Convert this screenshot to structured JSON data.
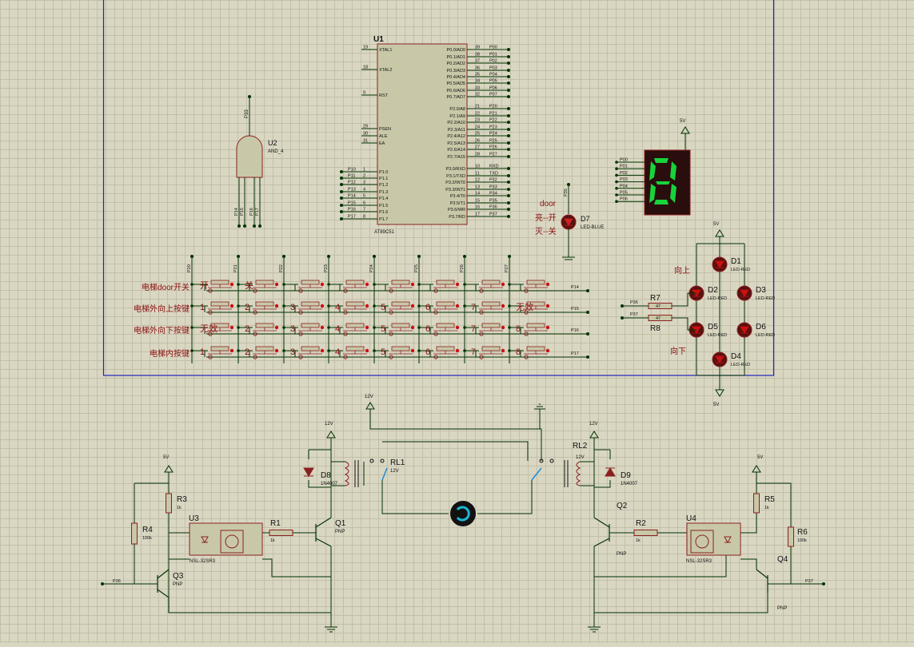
{
  "mcu": {
    "ref": "U1",
    "part": "AT89C51",
    "left_pins": [
      {
        "n": "19",
        "name": "XTAL1",
        "net": ""
      },
      {
        "n": "18",
        "name": "XTAL2",
        "net": ""
      },
      {
        "n": "9",
        "name": "RST",
        "net": ""
      },
      {
        "n": "29",
        "name": "PSEN",
        "net": ""
      },
      {
        "n": "30",
        "name": "ALE",
        "net": ""
      },
      {
        "n": "31",
        "name": "EA",
        "net": ""
      },
      {
        "n": "1",
        "name": "P1.0",
        "net": "P10"
      },
      {
        "n": "2",
        "name": "P1.1",
        "net": "P11"
      },
      {
        "n": "3",
        "name": "P1.2",
        "net": "P12"
      },
      {
        "n": "4",
        "name": "P1.3",
        "net": "P13"
      },
      {
        "n": "5",
        "name": "P1.4",
        "net": "P14"
      },
      {
        "n": "6",
        "name": "P1.5",
        "net": "P15"
      },
      {
        "n": "7",
        "name": "P1.6",
        "net": "P16"
      },
      {
        "n": "8",
        "name": "P1.7",
        "net": "P17"
      }
    ],
    "right_pins": [
      {
        "n": "39",
        "name": "P0.0/AD0",
        "net": "P00"
      },
      {
        "n": "38",
        "name": "P0.1/AD1",
        "net": "P01"
      },
      {
        "n": "37",
        "name": "P0.2/AD2",
        "net": "P02"
      },
      {
        "n": "36",
        "name": "P0.3/AD3",
        "net": "P03"
      },
      {
        "n": "35",
        "name": "P0.4/AD4",
        "net": "P04"
      },
      {
        "n": "34",
        "name": "P0.5/AD5",
        "net": "P05"
      },
      {
        "n": "33",
        "name": "P0.6/AD6",
        "net": "P06"
      },
      {
        "n": "32",
        "name": "P0.7/AD7",
        "net": "P07"
      },
      {
        "n": "21",
        "name": "P2.0/A8",
        "net": "P20"
      },
      {
        "n": "22",
        "name": "P2.1/A9",
        "net": "P21"
      },
      {
        "n": "23",
        "name": "P2.2/A10",
        "net": "P22"
      },
      {
        "n": "24",
        "name": "P2.3/A11",
        "net": "P23"
      },
      {
        "n": "25",
        "name": "P2.4/A12",
        "net": "P24"
      },
      {
        "n": "26",
        "name": "P2.5/A13",
        "net": "P25"
      },
      {
        "n": "27",
        "name": "P2.6/A14",
        "net": "P26"
      },
      {
        "n": "28",
        "name": "P2.7/A15",
        "net": "P27"
      },
      {
        "n": "10",
        "name": "P3.0/RXD",
        "net": "RXD"
      },
      {
        "n": "11",
        "name": "P3.1/TXD",
        "net": "TXD"
      },
      {
        "n": "12",
        "name": "P3.2/INT0",
        "net": "P32"
      },
      {
        "n": "13",
        "name": "P3.3/INT1",
        "net": "P33"
      },
      {
        "n": "14",
        "name": "P3.4/T0",
        "net": "P34"
      },
      {
        "n": "15",
        "name": "P3.5/T1",
        "net": "P35"
      },
      {
        "n": "16",
        "name": "P3.6/WR",
        "net": "P36"
      },
      {
        "n": "17",
        "name": "P3.7/RD",
        "net": "P37"
      }
    ]
  },
  "and_gate": {
    "ref": "U2",
    "part": "AND_4",
    "out_net": "P33",
    "in_nets": [
      "P14",
      "P15",
      "P16",
      "P17"
    ]
  },
  "door_led": {
    "title": "door",
    "line1": "亮--开",
    "line2": "灭--关",
    "ref": "D7",
    "part": "LED-BLUE",
    "net": "P35"
  },
  "seven_seg": {
    "vcc": "5V",
    "nets": [
      "P00",
      "P01",
      "P02",
      "P03",
      "P04",
      "P05",
      "P06"
    ],
    "digit": "8"
  },
  "direction": {
    "vcc_top": "5V",
    "vcc_bottom": "5V",
    "up_label": "向上",
    "down_label": "向下",
    "r_top": {
      "ref": "R7",
      "value": "47",
      "net": "P36"
    },
    "r_bottom": {
      "ref": "R8",
      "value": "47",
      "net": "P37"
    },
    "leds": [
      {
        "ref": "D1",
        "part": "LED-RED"
      },
      {
        "ref": "D2",
        "part": "LED-RED"
      },
      {
        "ref": "D3",
        "part": "LED-RED"
      },
      {
        "ref": "D5",
        "part": "LED-RED"
      },
      {
        "ref": "D6",
        "part": "LED-RED"
      },
      {
        "ref": "D4",
        "part": "LED-RED"
      }
    ]
  },
  "keypad": {
    "col_nets": [
      "P20",
      "P21",
      "P22",
      "P23",
      "P24",
      "P25",
      "P26",
      "P27"
    ],
    "rows": [
      {
        "label": "电梯door开关",
        "net": "P14",
        "keys": [
          "开",
          "关",
          "",
          "",
          "",
          "",
          "",
          ""
        ]
      },
      {
        "label": "电梯外向上按键",
        "net": "P15",
        "keys": [
          "1",
          "2",
          "3",
          "4",
          "5",
          "6",
          "7",
          "无效"
        ]
      },
      {
        "label": "电梯外向下按键",
        "net": "P16",
        "keys": [
          "无效",
          "2",
          "3",
          "4",
          "5",
          "6",
          "7",
          "8"
        ]
      },
      {
        "label": "电梯内按键",
        "net": "P17",
        "keys": [
          "1",
          "2",
          "3",
          "4",
          "5",
          "6",
          "7",
          "8"
        ]
      }
    ]
  },
  "driver_left": {
    "supply_5v": "5V",
    "supply_relay": "12V",
    "r3": {
      "ref": "R3",
      "value": "1k"
    },
    "r4": {
      "ref": "R4",
      "value": "100k"
    },
    "r1": {
      "ref": "R1",
      "value": "1k"
    },
    "opto": {
      "ref": "U3",
      "part": "NSL-32SR3"
    },
    "q1": {
      "ref": "Q1",
      "type": "PNP"
    },
    "q3": {
      "ref": "Q3",
      "type": "PNP"
    },
    "diode": {
      "ref": "D8",
      "part": "1N4007"
    },
    "relay": {
      "ref": "RL1",
      "coil": "12V"
    },
    "input_net": "P36"
  },
  "driver_right": {
    "supply_5v": "5V",
    "supply_relay": "12V",
    "r5": {
      "ref": "R5",
      "value": "1k"
    },
    "r6": {
      "ref": "R6",
      "value": "100k"
    },
    "r2": {
      "ref": "R2",
      "value": "1k"
    },
    "opto": {
      "ref": "U4",
      "part": "NSL-32SR3"
    },
    "q2": {
      "ref": "Q2",
      "type": "PNP"
    },
    "q4": {
      "ref": "Q4",
      "type": "PNP"
    },
    "diode": {
      "ref": "D9",
      "part": "1N4007"
    },
    "relay": {
      "ref": "RL2",
      "coil": "12V"
    },
    "input_net": "P37"
  },
  "motor_supply": "12V",
  "colors": {
    "wire": "#003300",
    "body": "#c8c8a8",
    "body_stroke": "#8b2020",
    "text": "#111111",
    "label_red": "#8b1010",
    "frame": "#2222bb",
    "led_red": "#cc1111",
    "segment_on": "#16d43a",
    "motor_accent": "#1bb7d4"
  }
}
